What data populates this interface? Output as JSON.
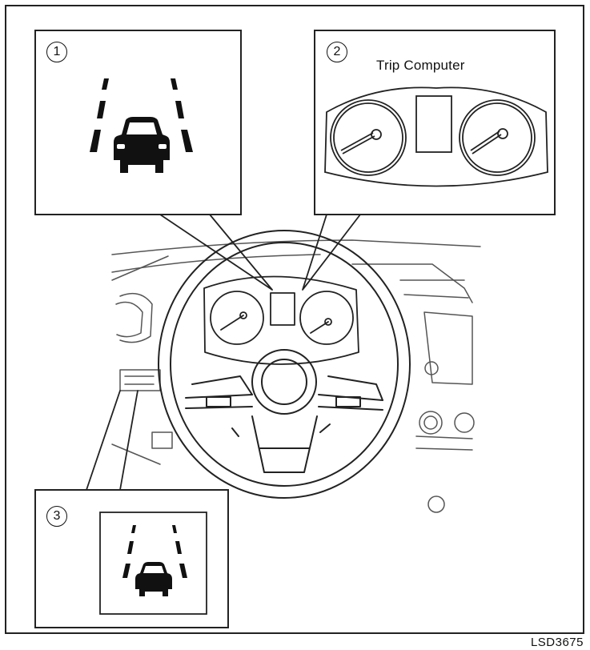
{
  "callouts": {
    "one": "1",
    "two": "2",
    "three": "3"
  },
  "trip_computer_label": "Trip Computer",
  "figure_id": "LSD3675",
  "colors": {
    "line": "#222222",
    "fill": "#111111",
    "background": "#ffffff"
  },
  "icons": [
    "lane-departure-warning-icon",
    "instrument-cluster-icon",
    "lane-departure-switch-icon",
    "steering-wheel"
  ]
}
